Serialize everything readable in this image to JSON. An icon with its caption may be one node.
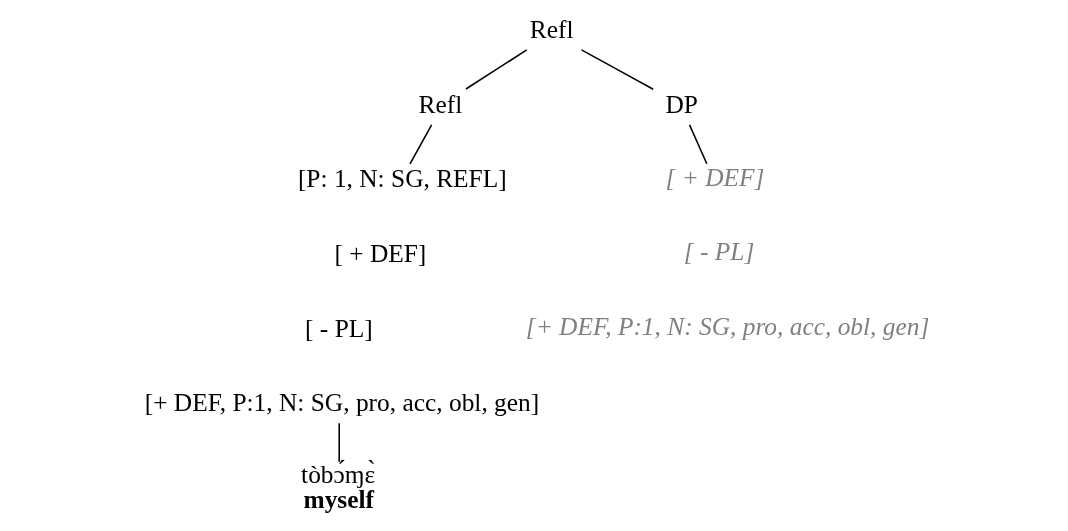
{
  "diagram": {
    "nodes": [
      {
        "text": [
          "Refl"
        ]
      },
      {
        "text": [
          "Refl"
        ]
      },
      {
        "text": [
          "DP"
        ]
      },
      {
        "text": [
          "[P: 1, N: SG, REFL]"
        ]
      },
      {
        "text": [
          "[ + DEF]"
        ]
      },
      {
        "text": [
          "[+ DEF, P:1, N: SG, pro, acc, obl, gen]"
        ]
      },
      {
        "text": [
          "tòbɔ́ɱɛ̀",
          "myself"
        ]
      }
    ],
    "edges": [
      {
        "from": 0,
        "to": 1,
        "arrow": "none"
      },
      {
        "from": 0,
        "to": 2,
        "arrow": "none"
      },
      {
        "from": 1,
        "to": 3,
        "arrow": "none"
      },
      {
        "from": 2,
        "to": 4,
        "arrow": "none"
      },
      {
        "from": 5,
        "to": 6,
        "arrow": "none"
      }
    ],
    "labels": [
      "[ + DEF]",
      "[ - PL]",
      "[ - PL]",
      "[+ DEF, P:1, N: SG, pro, acc, obl, gen]"
    ]
  }
}
